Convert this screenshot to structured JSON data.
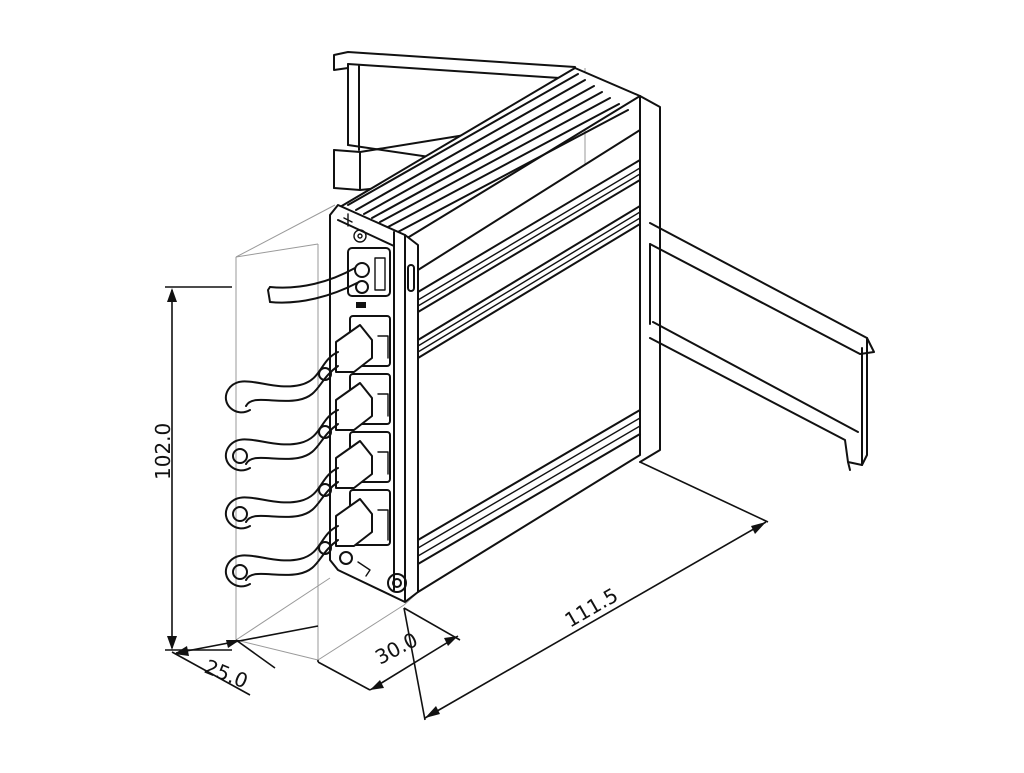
{
  "dimensions": {
    "height": "102.0",
    "depth_front": "25.0",
    "depth_rear": "30.0",
    "length": "111.5"
  },
  "colors": {
    "line": "#111111",
    "background": "#ffffff",
    "ghost_box": "#9a9a9a"
  },
  "icons": [
    "ground-symbol-icon",
    "power-connector-icon",
    "rj45-port-icon",
    "led-icon"
  ]
}
